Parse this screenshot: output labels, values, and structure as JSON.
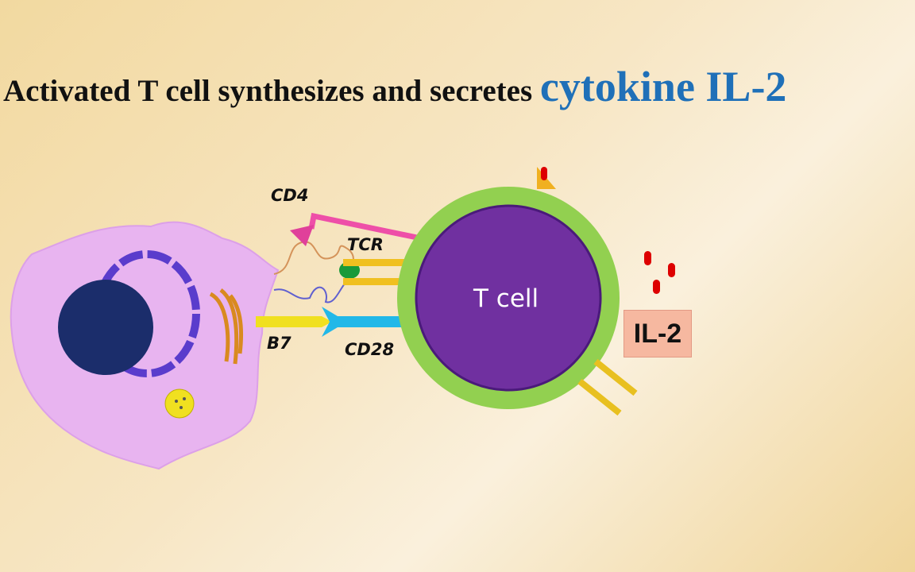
{
  "title": {
    "part1": "Activated T cell synthesizes and secretes ",
    "part2": "cytokine IL-2"
  },
  "labels": {
    "cd4": "CD4",
    "tcr": "TCR",
    "b7": "B7",
    "cd28": "CD28",
    "t_cell": "T cell",
    "il2": "IL-2"
  },
  "colors": {
    "title_accent": "#1f70b8",
    "t_cell": "#7030a0",
    "t_cell_membrane": "#92d050",
    "apc": "#e8b4f0",
    "il2_box": "#f6b8a0",
    "cytokine": "#dd0000"
  }
}
